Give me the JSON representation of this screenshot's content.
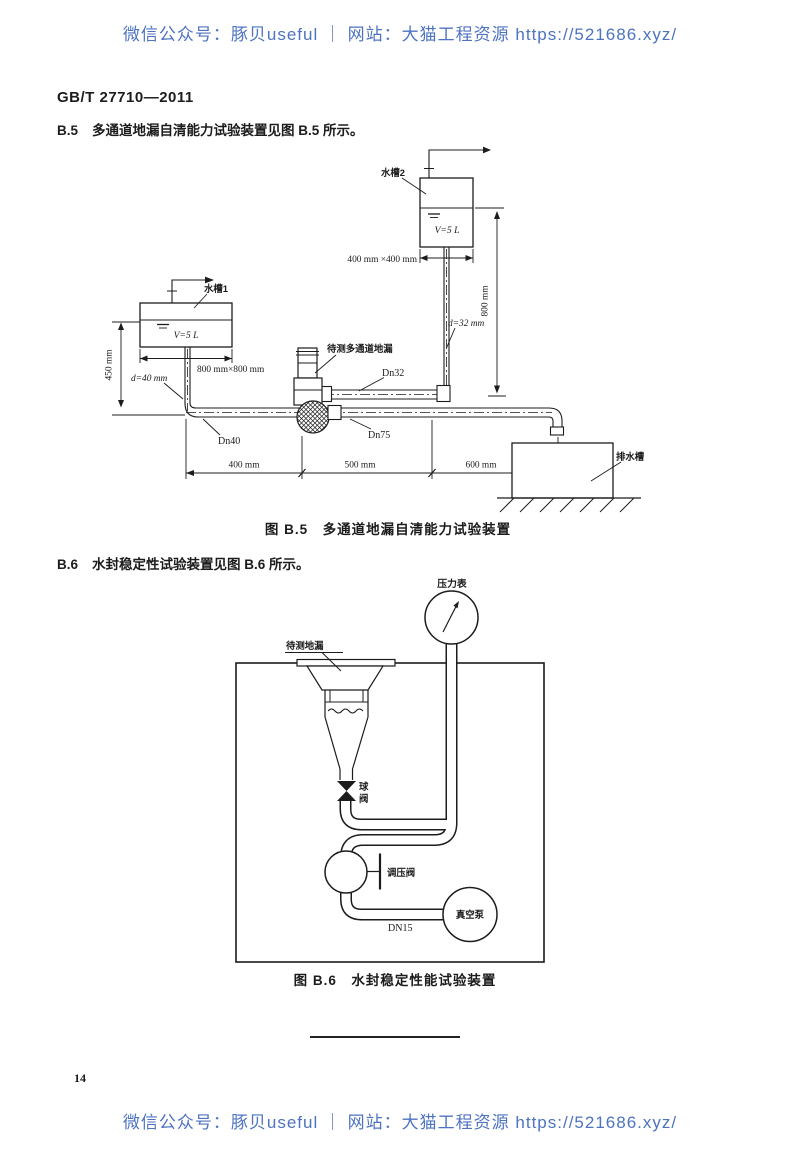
{
  "watermark": {
    "text": "微信公众号：豚贝useful ｜ 网站：大猫工程资源 https://521686.xyz/"
  },
  "page": {
    "doc_number": "GB/T 27710—2011",
    "page_number": "14"
  },
  "section_b5": {
    "number": "B.5",
    "title": "多通道地漏自清能力试验装置见图 B.5 所示。",
    "caption": "图 B.5　多通道地漏自清能力试验装置"
  },
  "section_b6": {
    "number": "B.6",
    "title": "水封稳定性试验装置见图 B.6 所示。",
    "caption": "图 B.6　水封稳定性能试验装置"
  },
  "fig_b5": {
    "tank2_label": "水槽2",
    "tank2_volume": "V=5 L",
    "tank2_size": "400 mm ×400 mm",
    "dim_height_right": "800 mm",
    "pipe_d32": "d=32 mm",
    "drain_label": "待测多通道地漏",
    "pipe_dn32": "Dn32",
    "tank1_label": "水槽1",
    "tank1_volume": "V=5 L",
    "tank1_size": "800 mm×800 mm",
    "dim_height_left": "450 mm",
    "pipe_d40": "d=40 mm",
    "pipe_dn40": "Dn40",
    "pipe_dn75": "Dn75",
    "dim_400": "400 mm",
    "dim_500": "500 mm",
    "dim_600": "600 mm",
    "trough_label": "排水槽"
  },
  "fig_b6": {
    "gauge_label": "压力表",
    "drain_label": "待测地漏",
    "valve_char1": "球",
    "valve_char2": "阀",
    "regulator_label": "调压阀",
    "pipe_dn15": "DN15",
    "pump_label": "真空泵"
  }
}
